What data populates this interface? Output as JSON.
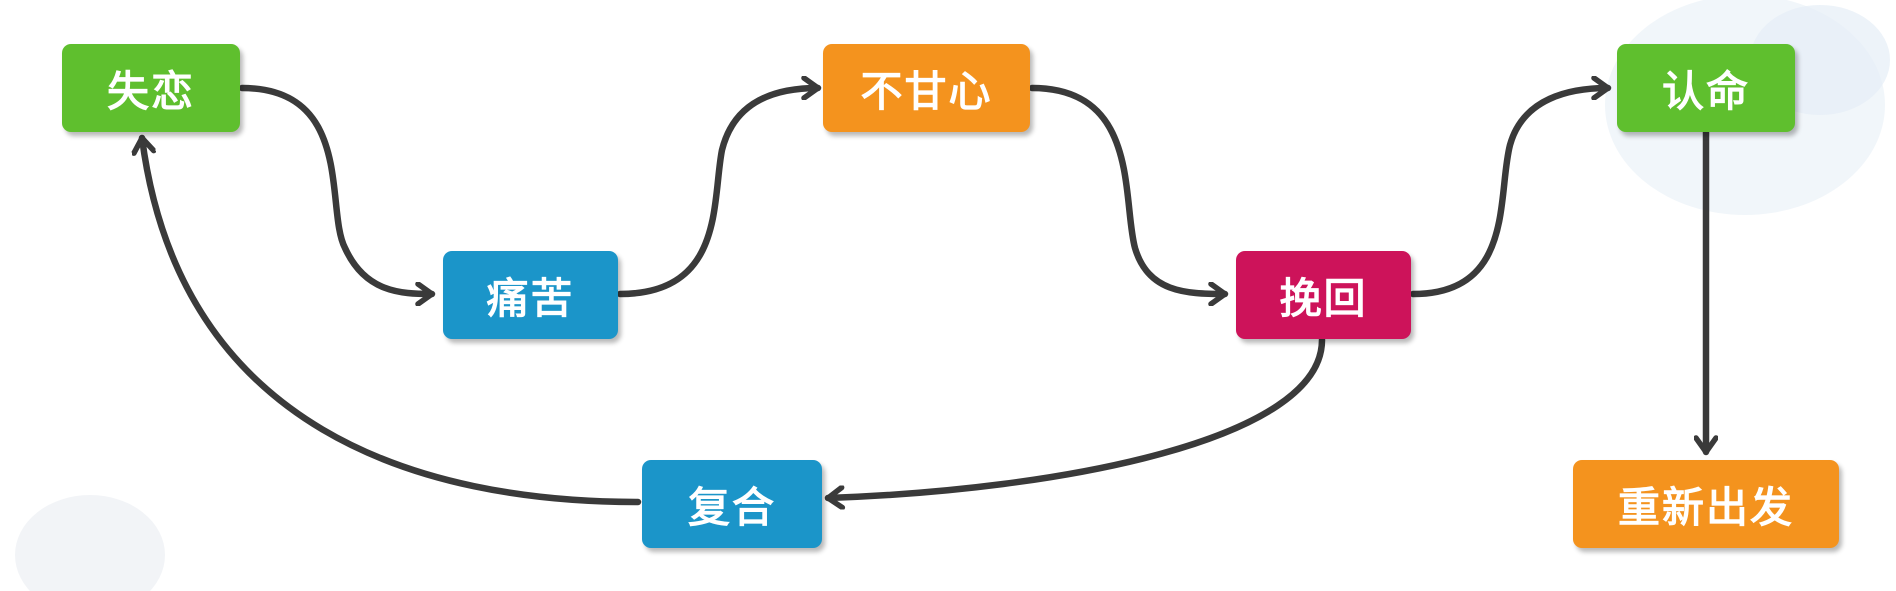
{
  "diagram": {
    "type": "flowchart",
    "nodes": [
      {
        "id": "shilian",
        "label": "失恋",
        "color": "#5fbf2e"
      },
      {
        "id": "tongku",
        "label": "痛苦",
        "color": "#1b95c9"
      },
      {
        "id": "buganxin",
        "label": "不甘心",
        "color": "#f4931e"
      },
      {
        "id": "wanhui",
        "label": "挽回",
        "color": "#cd135a"
      },
      {
        "id": "renming",
        "label": "认命",
        "color": "#5fbf2e"
      },
      {
        "id": "fuhe",
        "label": "复合",
        "color": "#1b95c9"
      },
      {
        "id": "chongxin",
        "label": "重新出发",
        "color": "#f4931e"
      }
    ],
    "edges": [
      {
        "from": "shilian",
        "to": "tongku"
      },
      {
        "from": "tongku",
        "to": "buganxin"
      },
      {
        "from": "buganxin",
        "to": "wanhui"
      },
      {
        "from": "wanhui",
        "to": "renming"
      },
      {
        "from": "wanhui",
        "to": "fuhe"
      },
      {
        "from": "fuhe",
        "to": "shilian"
      },
      {
        "from": "renming",
        "to": "chongxin"
      }
    ],
    "edge_color": "#3a3a3a"
  }
}
